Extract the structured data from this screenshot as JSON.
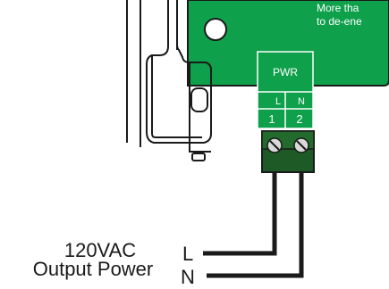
{
  "board": {
    "note_line_1": "More tha",
    "note_line_2": "to de-ene",
    "color": "#0ea04b"
  },
  "terminal_block": {
    "label": "PWR",
    "pole_labels": [
      "L",
      "N"
    ],
    "terminal_numbers": [
      "1",
      "2"
    ],
    "connector_color": "#1d5a25"
  },
  "output": {
    "voltage_label": "120VAC",
    "description_label": "Output Power",
    "wire_labels": [
      "L",
      "N"
    ]
  }
}
